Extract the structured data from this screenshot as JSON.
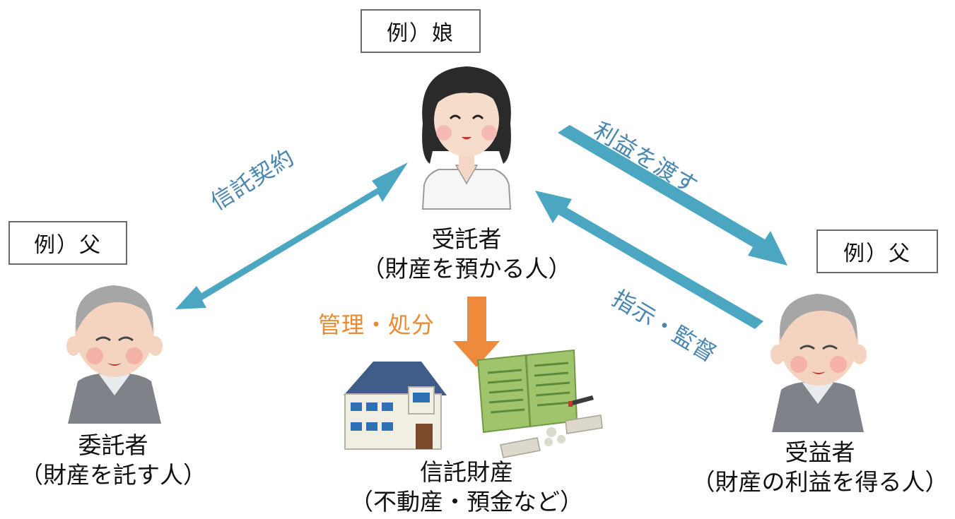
{
  "colors": {
    "arrow_blue": "#4ba6c2",
    "arrow_orange": "#ee8a3c",
    "label_blue": "#4a87b0",
    "label_orange": "#ea8a33"
  },
  "trustee": {
    "role_box": "例）娘",
    "name": "受託者",
    "desc": "（財産を預かる人）"
  },
  "settlor": {
    "role_box": "例）父",
    "name": "委託者",
    "desc": "（財産を託す人）"
  },
  "beneficiary": {
    "role_box": "例）父",
    "name": "受益者",
    "desc": "（財産の利益を得る人）"
  },
  "trust_property": {
    "name": "信託財産",
    "desc": "（不動産・預金など）"
  },
  "relations": {
    "trust_contract": "信託契約",
    "pass_benefit": "利益を渡す",
    "instruct_supervise": "指示・監督",
    "manage_dispose": "管理・処分"
  },
  "icons": [
    "woman-icon",
    "elderly-man-icon",
    "house-icon",
    "bankbook-money-icon"
  ]
}
